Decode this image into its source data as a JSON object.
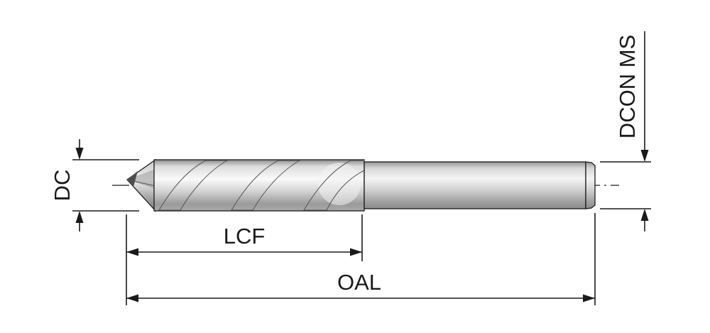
{
  "diagram": {
    "labels": {
      "dc": "DC",
      "lcf": "LCF",
      "oal": "OAL",
      "dcon_ms": "DCON MS"
    },
    "colors": {
      "line": "#1a1a1a",
      "background": "#ffffff",
      "metal_light": "#fafafa",
      "metal_mid": "#d2d2d2",
      "metal_dark": "#8e8e8e",
      "groove": "#6e6e6e"
    }
  }
}
